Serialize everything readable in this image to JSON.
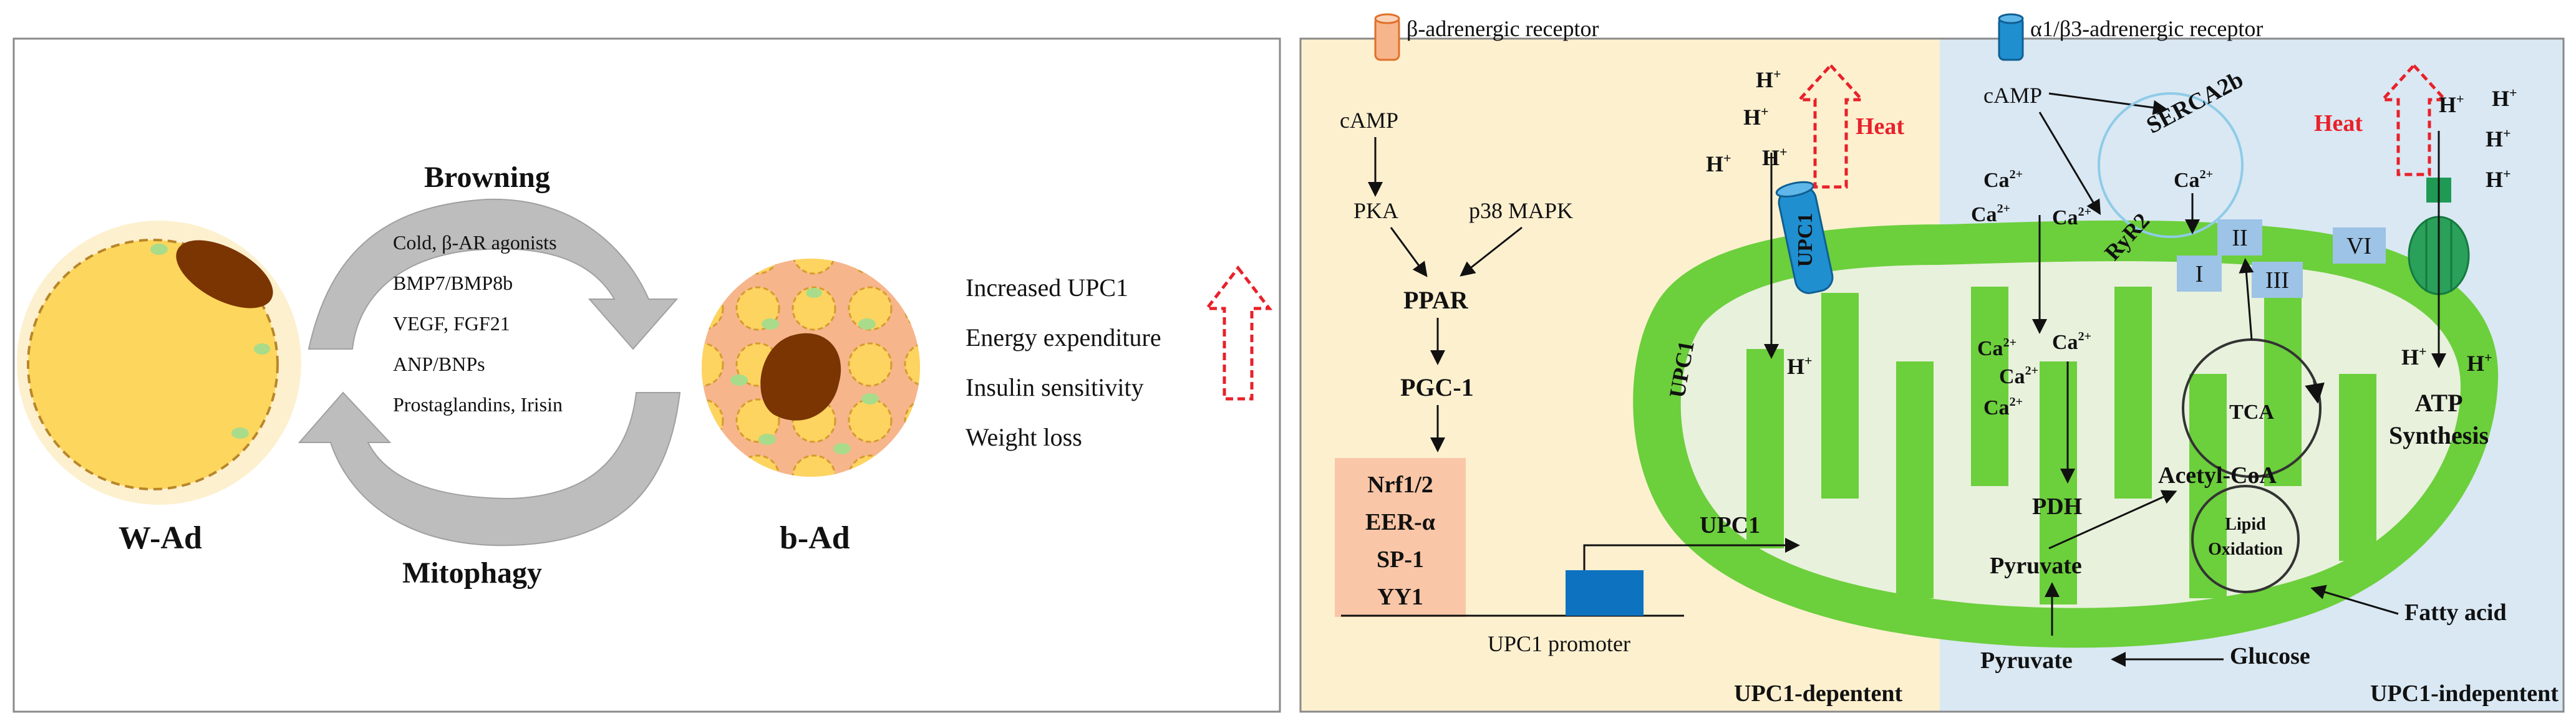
{
  "left_panel": {
    "browning_label": "Browning",
    "mitophagy_label": "Mitophagy",
    "white_adipocyte_label": "W-Ad",
    "brown_adipocyte_label": "b-Ad",
    "stimuli": [
      "Cold, β-AR agonists",
      "BMP7/BMP8b",
      "VEGF, FGF21",
      "ANP/BNPs",
      "Prostaglandins, Irisin"
    ],
    "outcomes": [
      "Increased UPC1",
      "Energy expenditure",
      "Insulin sensitivity",
      "Weight loss"
    ]
  },
  "right_panel": {
    "beta_receptor_label": "β-adrenergic receptor",
    "alpha_beta_receptor_label": "α1/β3-adrenergic receptor",
    "dependent_label": "UPC1-depentent",
    "independent_label": "UPC1-indepentent",
    "pathway": {
      "camp": "cAMP",
      "pka": "PKA",
      "p38": "p38 MAPK",
      "ppar": "PPAR",
      "pgc1": "PGC-1",
      "tf_lines": [
        "Nrf1/2",
        "EER-α",
        "SP-1",
        "YY1"
      ],
      "promoter": "UPC1 promoter",
      "gene_product": "UPC1"
    },
    "heat_label": "Heat",
    "proton": "H",
    "proton_charge": "+",
    "calcium": "Ca",
    "calcium_charge": "2+",
    "upc1_channel": "UPC1",
    "upc1_membrane": "UPC1",
    "camp2": "cAMP",
    "serca": "SERCA2b",
    "ryr2": "RyR2",
    "complexes": [
      "I",
      "II",
      "III",
      "VI"
    ],
    "tca": "TCA",
    "atp": "ATP",
    "synthesis": "Synthesis",
    "pdh": "PDH",
    "acetyl": "Acetyl-CoA",
    "lipid": "Lipid",
    "oxidation": "Oxidation",
    "pyruvate": "Pyruvate",
    "glucose": "Glucose",
    "fatty_acid": "Fatty acid"
  },
  "colors": {
    "dependent_bg": "#fdf0cf",
    "independent_bg": "#d9e8f3",
    "mito_green": "#6ccf3c",
    "heat_red": "#e8212a",
    "arrow_gray": "#bdbdbd",
    "white_fat": "#fdd65d",
    "brown_cell": "#f7b58b",
    "promoter_box": "#f9c6a7",
    "complex_box": "#9dc3e6"
  }
}
